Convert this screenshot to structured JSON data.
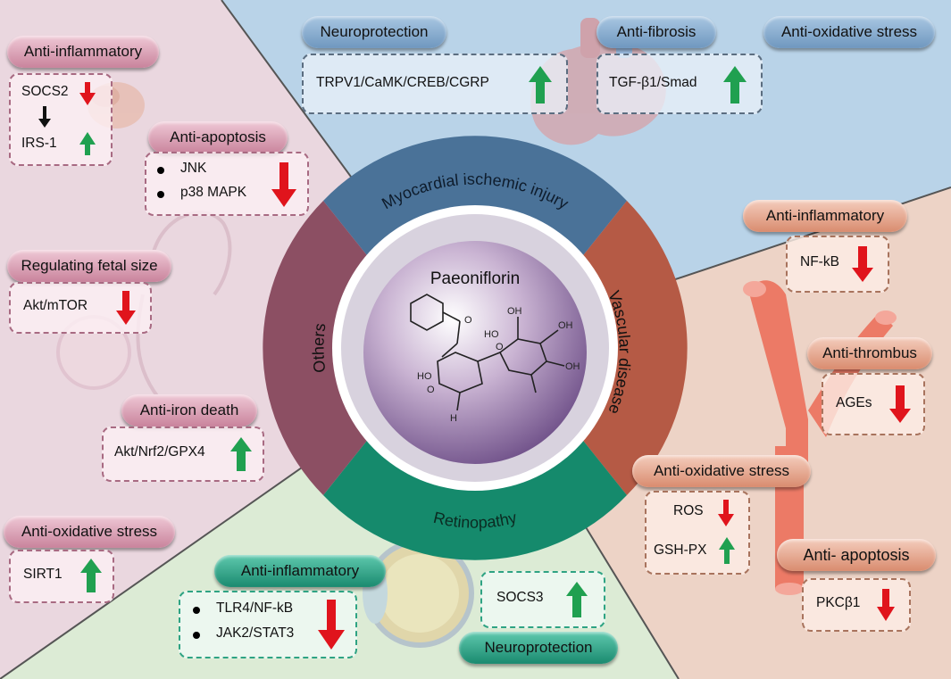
{
  "colors": {
    "blue_region": "#b9d3e8",
    "pink_region": "#ead7df",
    "salmon_region": "#edd3c6",
    "green_region": "#dcebd5",
    "arrow_up": "#20a050",
    "arrow_down": "#e0141c"
  },
  "center": {
    "title": "Paeoniflorin"
  },
  "ring": {
    "top": "Myocardial ischemic injury",
    "right": "Vascular disease",
    "bottom": "Retinopathy",
    "left": "Others"
  },
  "myocardial": {
    "neuroprotection": "Neuroprotection",
    "trpv1": "TRPV1/CaMK/CREB/CGRP",
    "anti_fibrosis": "Anti-fibrosis",
    "tgf": "TGF-β1/Smad",
    "anti_oxidative": "Anti-oxidative stress"
  },
  "vascular": {
    "anti_inflammatory": "Anti-inflammatory",
    "nfkb": "NF-kB",
    "anti_thrombus": "Anti-thrombus",
    "ages": "AGEs",
    "anti_oxidative": "Anti-oxidative stress",
    "ros": "ROS",
    "gsh": "GSH-PX",
    "anti_apoptosis": "Anti- apoptosis",
    "pkc": "PKCβ1"
  },
  "retinopathy": {
    "anti_inflammatory": "Anti-inflammatory",
    "tlr4": "TLR4/NF-kB",
    "jak2": "JAK2/STAT3",
    "socs3": "SOCS3",
    "neuroprotection": "Neuroprotection"
  },
  "others": {
    "anti_inflammatory": "Anti-inflammatory",
    "socs2": "SOCS2",
    "irs1": "IRS-1",
    "anti_apoptosis": "Anti-apoptosis",
    "jnk": "JNK",
    "p38": "p38 MAPK",
    "fetal": "Regulating fetal size",
    "akt_mtor": "Akt/mTOR",
    "iron": "Anti-iron death",
    "akt_nrf2": "Akt/Nrf2/GPX4",
    "anti_oxidative": "Anti-oxidative stress",
    "sirt1": "SIRT1"
  }
}
